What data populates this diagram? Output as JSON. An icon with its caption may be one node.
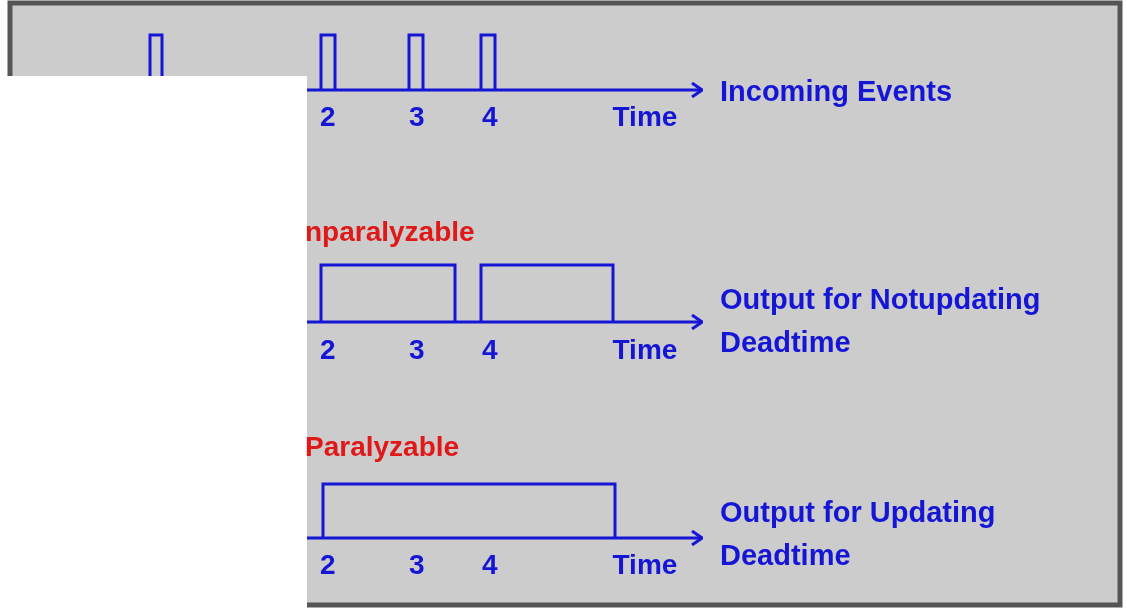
{
  "diagram": {
    "labels": [
      "2",
      "3",
      "4",
      "Time",
      "Incoming Events",
      "nparalyzable",
      "2",
      "3",
      "4",
      "Time",
      "Output for Notupdating Deadtime",
      "Paralyzable",
      "2",
      "3",
      "4",
      "Time",
      "Output for Updating Deadtime"
    ]
  }
}
